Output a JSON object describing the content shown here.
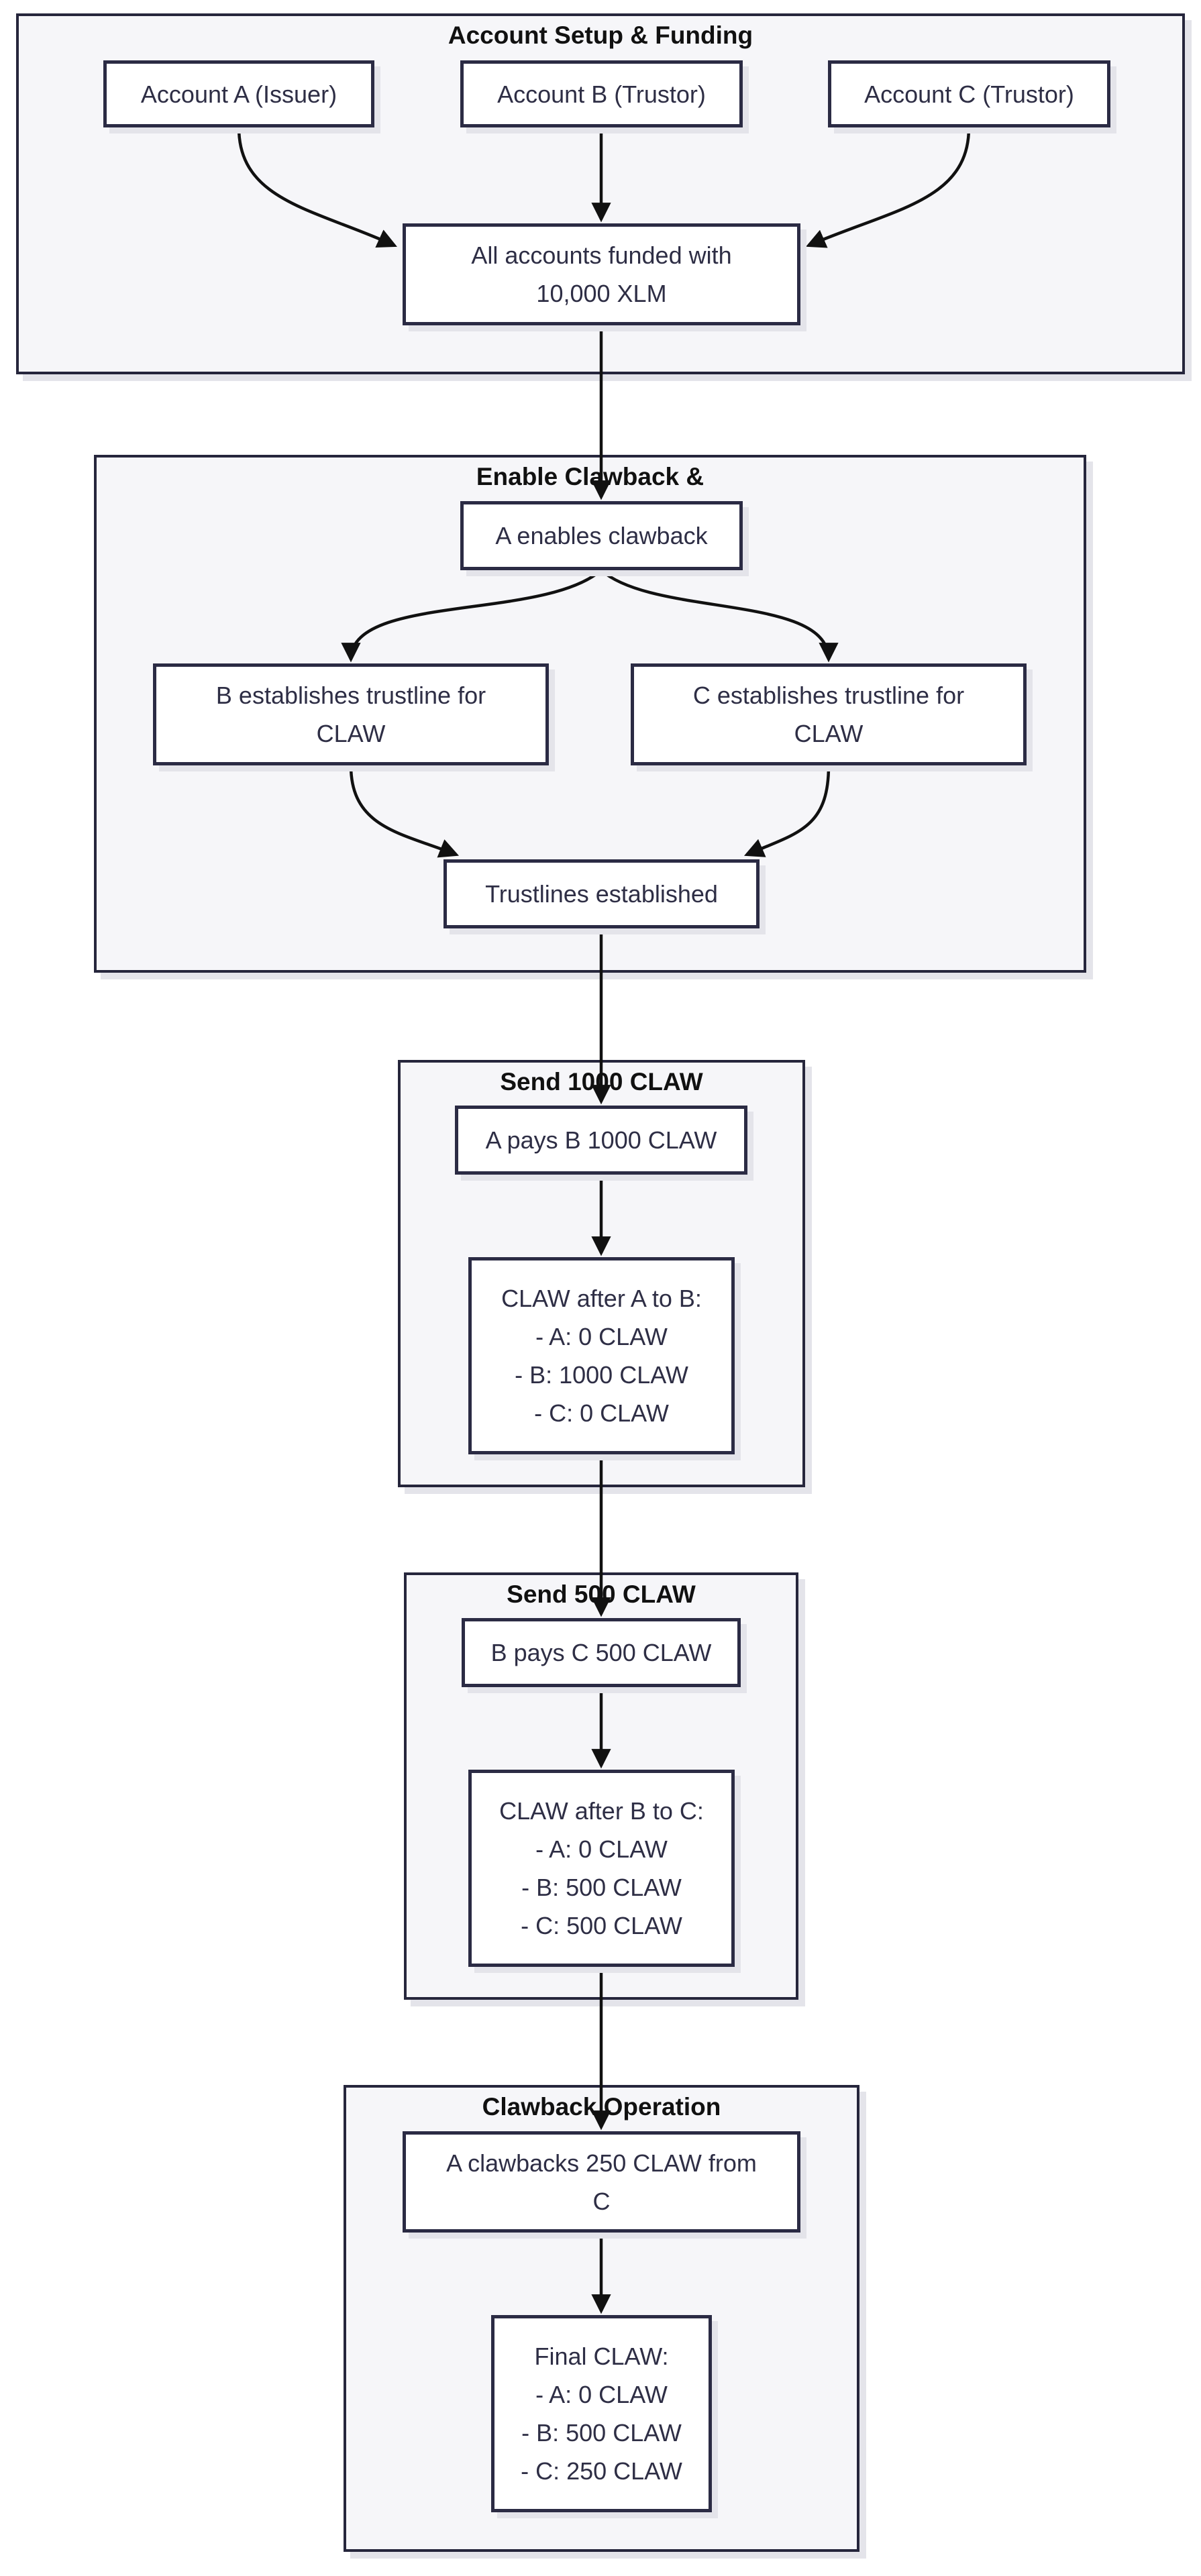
{
  "diagram": {
    "sections": {
      "setup": {
        "title": "Account Setup & Funding"
      },
      "enable": {
        "title": "Enable Clawback &"
      },
      "send1000": {
        "title": "Send 1000 CLAW"
      },
      "send500": {
        "title": "Send 500 CLAW"
      },
      "clawback": {
        "title": "Clawback Operation"
      }
    },
    "nodes": {
      "account_a": {
        "label": "Account A (Issuer)"
      },
      "account_b": {
        "label": "Account B (Trustor)"
      },
      "account_c": {
        "label": "Account C (Trustor)"
      },
      "funded": {
        "line1": "All accounts funded with",
        "line2": "10,000 XLM"
      },
      "enable_clawback": {
        "label": "A enables clawback"
      },
      "b_trustline": {
        "line1": "B establishes trustline for",
        "line2": "CLAW"
      },
      "c_trustline": {
        "line1": "C establishes trustline for",
        "line2": "CLAW"
      },
      "trustlines_established": {
        "label": "Trustlines established"
      },
      "pay_ab": {
        "label": "A pays B 1000 CLAW"
      },
      "after_ab": {
        "title": "CLAW after A to B:",
        "items": [
          "- A: 0 CLAW",
          "- B: 1000 CLAW",
          "- C: 0 CLAW"
        ]
      },
      "pay_bc": {
        "label": "B pays C 500 CLAW"
      },
      "after_bc": {
        "title": "CLAW after B to C:",
        "items": [
          "- A: 0 CLAW",
          "- B: 500 CLAW",
          "- C: 500 CLAW"
        ]
      },
      "clawback_op": {
        "line1": "A clawbacks 250 CLAW from",
        "line2": "C"
      },
      "final": {
        "title": "Final CLAW:",
        "items": [
          "- A: 0 CLAW",
          "- B: 500 CLAW",
          "- C: 250 CLAW"
        ]
      }
    },
    "colors": {
      "node_fill": "#ffffff",
      "node_border": "#2b2b44",
      "section_fill": "#f6f6f9",
      "section_border": "#26263c",
      "arrow": "#111111",
      "node_text": "#2e2e45",
      "title_text": "#111111",
      "shadow": "#e4e4ea"
    }
  }
}
